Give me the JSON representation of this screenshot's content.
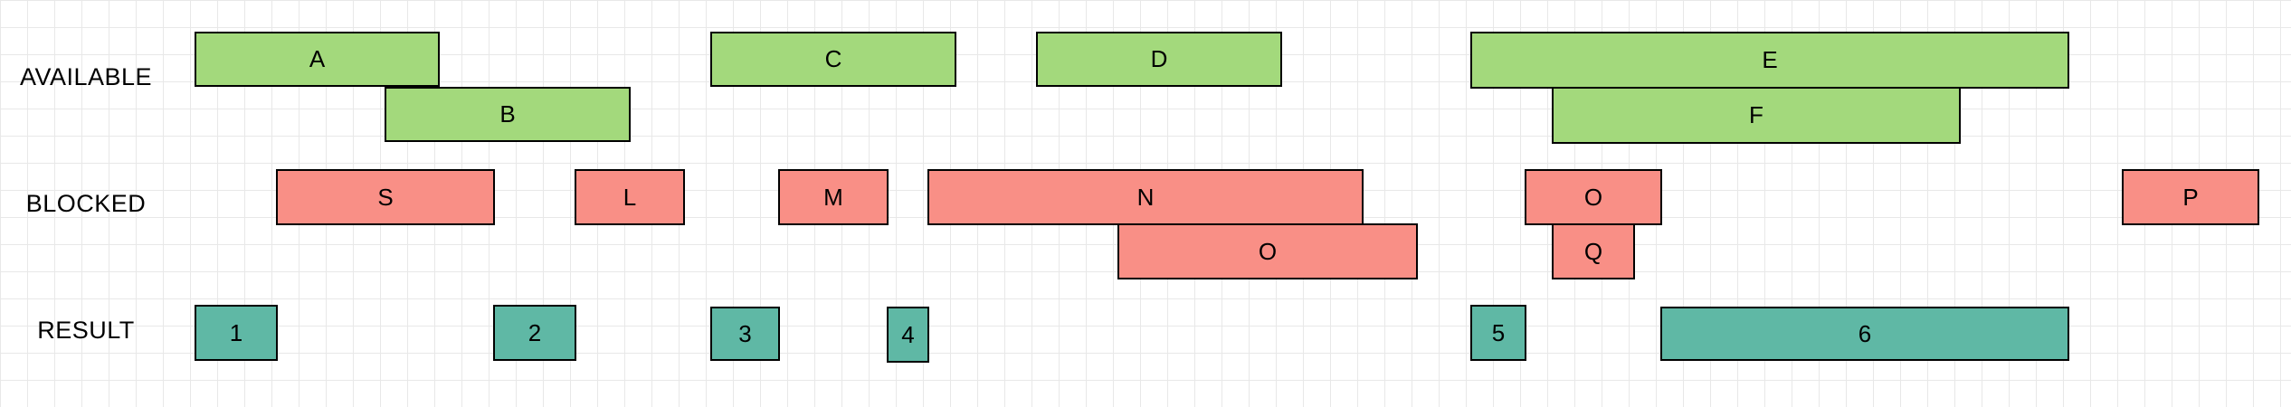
{
  "row_labels": {
    "available": "AVAILABLE",
    "blocked": "BLOCKED",
    "result": "RESULT"
  },
  "available_blocks": [
    "A",
    "B",
    "C",
    "D",
    "E",
    "F"
  ],
  "blocked_blocks": [
    "S",
    "L",
    "M",
    "N",
    "O",
    "O",
    "Q",
    "P"
  ],
  "result_blocks": [
    "1",
    "2",
    "3",
    "4",
    "5",
    "6"
  ],
  "colors": {
    "available": "#a3d97c",
    "blocked": "#f98f86",
    "result": "#5fb8a5",
    "grid": "#e8e8e8",
    "border": "#000000"
  }
}
